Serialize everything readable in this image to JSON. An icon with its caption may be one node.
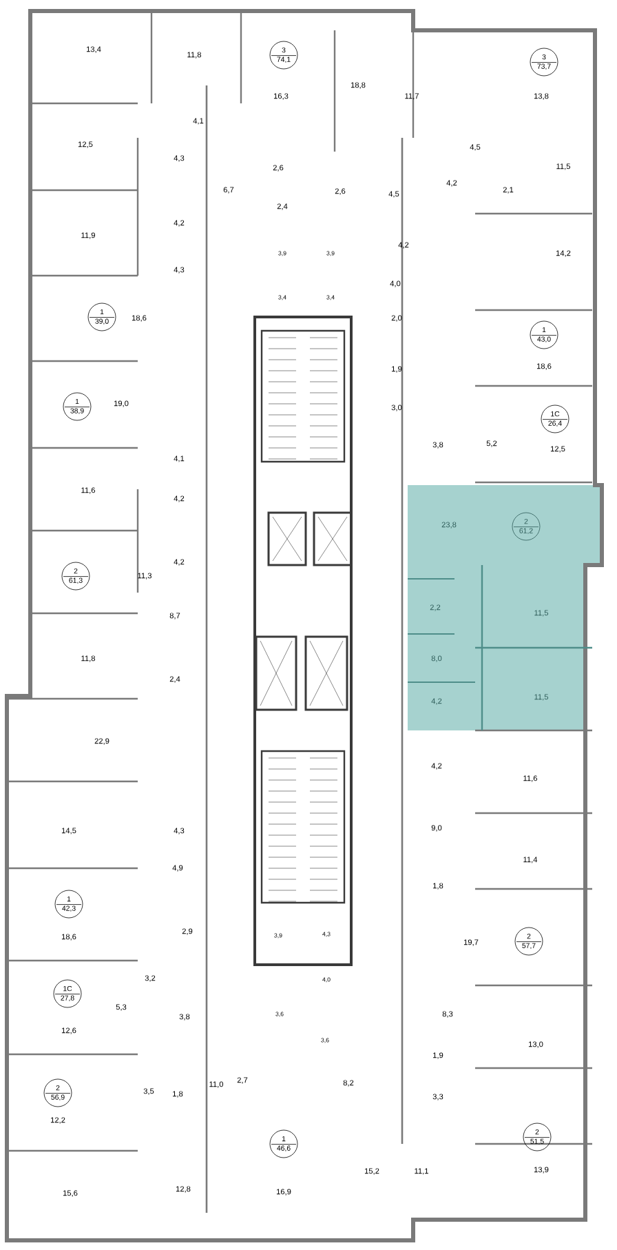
{
  "diagram": {
    "nodes": [
      {
        "text": [
          "3",
          "74,1"
        ]
      },
      {
        "text": [
          "3",
          "73,7"
        ]
      },
      {
        "text": [
          "1",
          "39,0"
        ]
      },
      {
        "text": [
          "1",
          "43,0"
        ]
      },
      {
        "text": [
          "1",
          "38,9"
        ]
      },
      {
        "text": [
          "1С",
          "26,4"
        ]
      },
      {
        "text": [
          "2",
          "61,2"
        ]
      },
      {
        "text": [
          "2",
          "61,3"
        ]
      },
      {
        "text": [
          "1",
          "42,3"
        ]
      },
      {
        "text": [
          "2",
          "57,7"
        ]
      },
      {
        "text": [
          "1С",
          "27,8"
        ]
      },
      {
        "text": [
          "2",
          "56,9"
        ]
      },
      {
        "text": [
          "2",
          "51,5"
        ]
      },
      {
        "text": [
          "1",
          "46,6"
        ]
      }
    ],
    "labels": [
      "13,4",
      "11,8",
      "16,3",
      "18,8",
      "11,7",
      "13,8",
      "4,1",
      "4,5",
      "12,5",
      "4,3",
      "11,5",
      "2,6",
      "2,6",
      "4,5",
      "6,7",
      "4,2",
      "2,1",
      "2,4",
      "4,2",
      "4,2",
      "11,9",
      "3,9",
      "3,9",
      "14,2",
      "4,3",
      "4,0",
      "3,4",
      "3,4",
      "2,0",
      "18,6",
      "18,6",
      "1,9",
      "19,0",
      "3,0",
      "5,2",
      "3,8",
      "12,5",
      "4,1",
      "11,6",
      "4,2",
      "23,8",
      "11,3",
      "4,2",
      "11,5",
      "2,2",
      "8,7",
      "8,0",
      "11,8",
      "2,4",
      "11,5",
      "4,2",
      "22,9",
      "4,2",
      "11,6",
      "4,3",
      "14,5",
      "9,0",
      "11,4",
      "4,9",
      "1,8",
      "3,9",
      "4,3",
      "2,9",
      "18,6",
      "19,7",
      "4,0",
      "3,2",
      "5,3",
      "8,3",
      "3,8",
      "3,6",
      "12,6",
      "3,6",
      "1,9",
      "13,0",
      "2,7",
      "11,0",
      "8,2",
      "3,5",
      "1,8",
      "3,3",
      "12,2",
      "11,1",
      "13,9",
      "15,2",
      "15,6",
      "12,8",
      "16,9"
    ]
  }
}
